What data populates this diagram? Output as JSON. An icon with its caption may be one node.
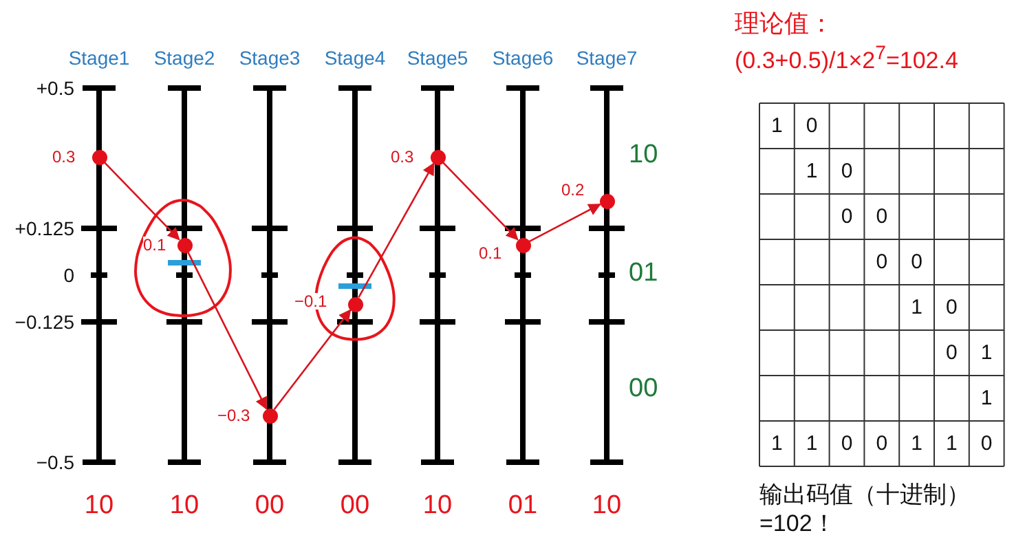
{
  "diagram": {
    "nodes": [
      {
        "text": [],
        "shape": "circle",
        "beside": [
          "0.3"
        ]
      },
      {
        "text": [],
        "shape": "circle",
        "beside": [
          "0.1"
        ]
      },
      {
        "text": [],
        "shape": "circle",
        "beside": [
          "−0.3"
        ]
      },
      {
        "text": [],
        "shape": "circle",
        "beside": [
          "−0.1"
        ]
      },
      {
        "text": [],
        "shape": "circle",
        "beside": [
          "0.3"
        ]
      },
      {
        "text": [],
        "shape": "circle",
        "beside": [
          "0.1"
        ]
      },
      {
        "text": [],
        "shape": "circle",
        "beside": [
          "0.2"
        ]
      }
    ],
    "edges": [
      {
        "from": 0,
        "to": 1,
        "arrow": "to"
      },
      {
        "from": 1,
        "to": 2,
        "arrow": "to"
      },
      {
        "from": 2,
        "to": 3,
        "arrow": "to"
      },
      {
        "from": 3,
        "to": 4,
        "arrow": "to"
      },
      {
        "from": 4,
        "to": 5,
        "arrow": "to"
      },
      {
        "from": 5,
        "to": 6,
        "arrow": "to"
      }
    ],
    "labels": [
      "理论值：",
      "(0.3+0.5)/1×2$^{7}$=102.4",
      "Stage1",
      "Stage2",
      "Stage3",
      "Stage4",
      "Stage5",
      "Stage6",
      "Stage7",
      "+0.5",
      "+0.125",
      "0",
      "−0.125",
      "−0.5",
      "10",
      "01",
      "00",
      "10",
      "10",
      "00",
      "00",
      "10",
      "01",
      "10",
      "1",
      "0",
      "1",
      "0",
      "0",
      "0",
      "0",
      "0",
      "1",
      "0",
      "0",
      "1",
      "1",
      "1",
      "1",
      "0",
      "0",
      "1",
      "1",
      "0",
      "输出码值（十进制）=102！"
    ]
  }
}
